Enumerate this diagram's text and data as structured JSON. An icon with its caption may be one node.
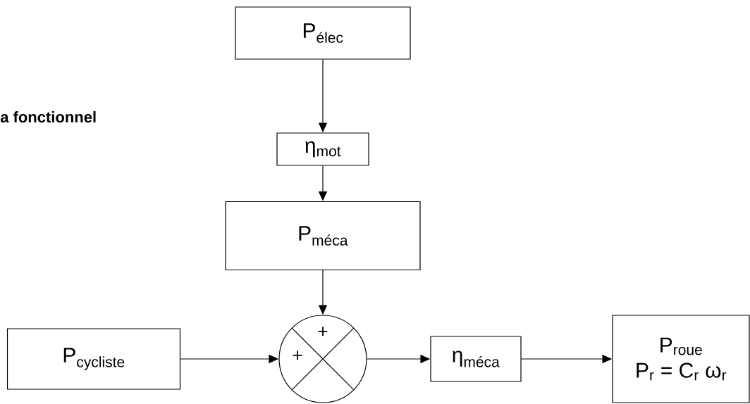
{
  "diagram": {
    "nodes": [
      {
        "text": [
          "P$_{élec}$"
        ]
      },
      {
        "text": [
          "η$_{mot}$"
        ]
      },
      {
        "text": [
          "P$_{méca}$"
        ]
      },
      {
        "text": [
          "P$_{cycliste}$"
        ]
      },
      {
        "text": [
          "+",
          "+"
        ]
      },
      {
        "text": [
          "η$_{méca}$"
        ]
      },
      {
        "text": [
          "P$_{roue}$",
          "P$_{r}$ = C$_{r}$ ω$_{r}$"
        ]
      }
    ],
    "edges": [
      {
        "from": 0,
        "to": 1,
        "arrow": "to"
      },
      {
        "from": 1,
        "to": 2,
        "arrow": "to"
      },
      {
        "from": 2,
        "to": 4,
        "arrow": "to"
      },
      {
        "from": 3,
        "to": 4,
        "arrow": "to"
      },
      {
        "from": 4,
        "to": 5,
        "arrow": "to"
      },
      {
        "from": 5,
        "to": 6,
        "arrow": "to"
      }
    ],
    "labels": [
      "a fonctionnel"
    ]
  }
}
